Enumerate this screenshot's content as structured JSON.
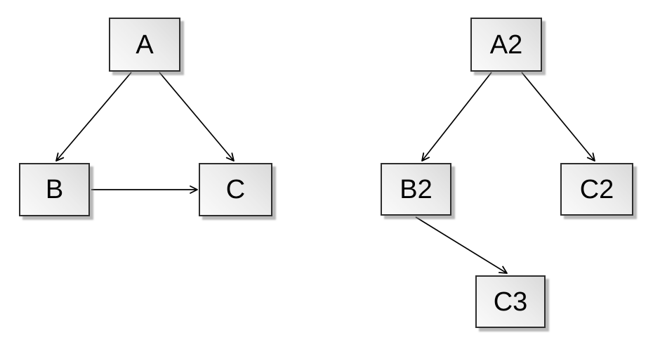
{
  "canvas": {
    "background": "#ffffff"
  },
  "style": {
    "node_border_color": "#2e2e2e",
    "node_fill_dark": "#dadada",
    "node_fill_light": "#fafafa",
    "node_shadow_color": "#808080",
    "edge_color": "#000000",
    "label_color": "#000000"
  },
  "diagrams": [
    {
      "name": "left-graph",
      "nodes": [
        {
          "id": "A",
          "label": "A"
        },
        {
          "id": "B",
          "label": "B"
        },
        {
          "id": "C",
          "label": "C"
        }
      ],
      "edges": [
        {
          "from": "A",
          "to": "B"
        },
        {
          "from": "A",
          "to": "C"
        },
        {
          "from": "B",
          "to": "C"
        }
      ]
    },
    {
      "name": "right-graph",
      "nodes": [
        {
          "id": "A2",
          "label": "A2"
        },
        {
          "id": "B2",
          "label": "B2"
        },
        {
          "id": "C2",
          "label": "C2"
        },
        {
          "id": "C3",
          "label": "C3"
        }
      ],
      "edges": [
        {
          "from": "A2",
          "to": "B2"
        },
        {
          "from": "A2",
          "to": "C2"
        },
        {
          "from": "B2",
          "to": "C3"
        }
      ]
    }
  ]
}
